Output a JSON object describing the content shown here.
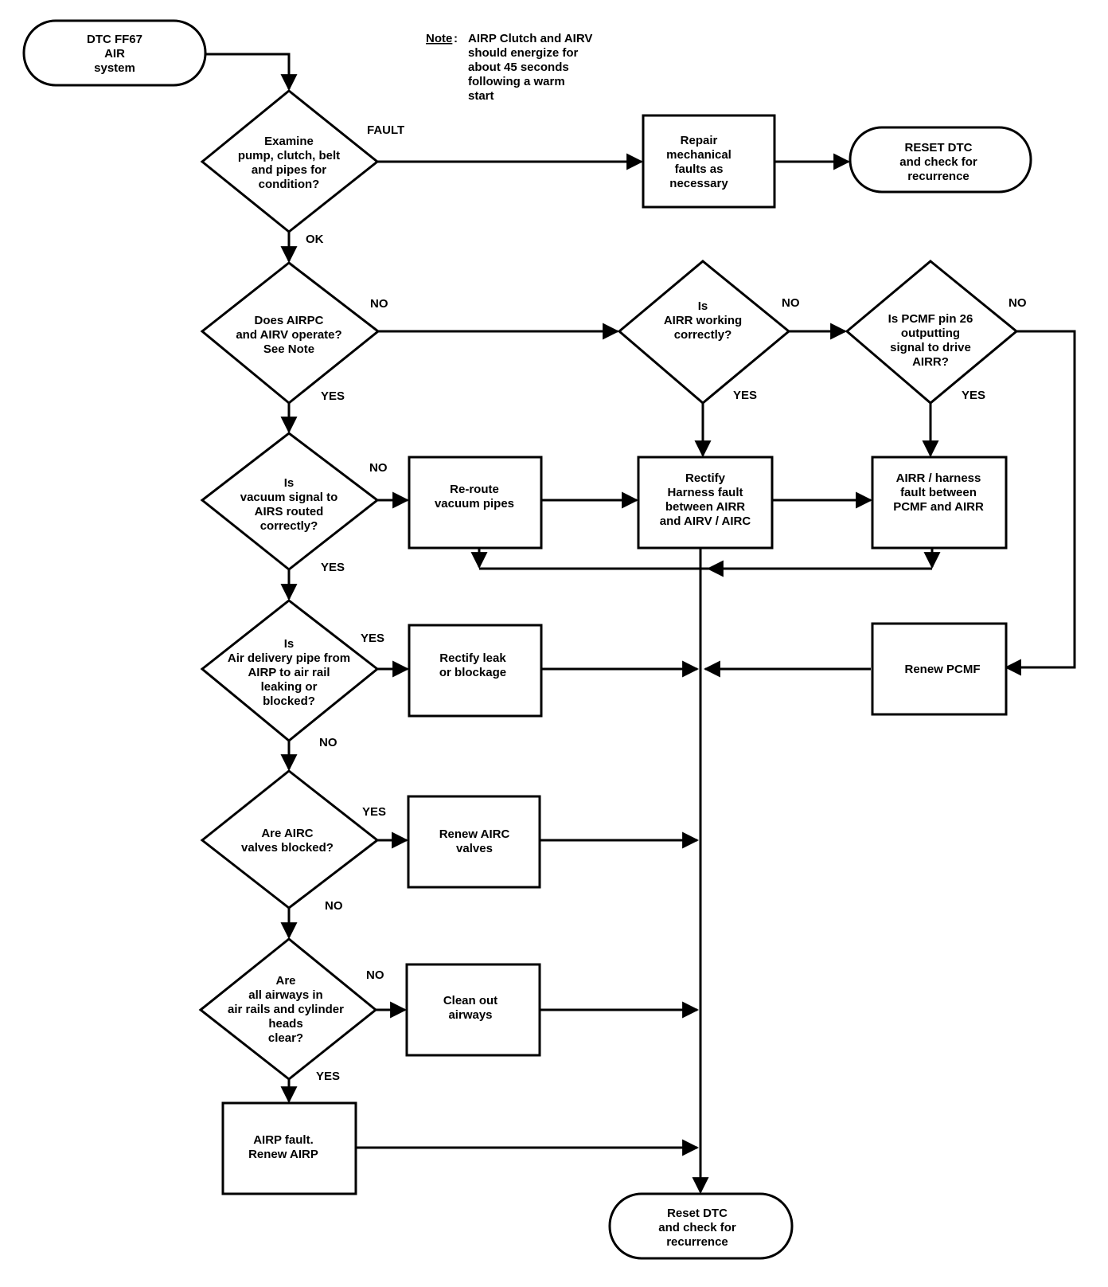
{
  "note": {
    "heading": "Note",
    "lines": [
      "AIRP Clutch and AIRV",
      "should energize for",
      "about 45 seconds",
      "following a warm",
      "start"
    ]
  },
  "nodes": {
    "start": [
      "DTC FF67",
      "AIR",
      "system"
    ],
    "d_examine": [
      "Examine",
      "pump, clutch, belt",
      "and pipes for",
      "condition?"
    ],
    "b_repair": [
      "Repair",
      "mechanical",
      "faults as",
      "necessary"
    ],
    "t_reset_top": [
      "RESET DTC",
      "and check for",
      "recurrence"
    ],
    "d_airpc": [
      "Does AIRPC",
      "and AIRV operate?",
      "See Note"
    ],
    "d_airr": [
      "Is",
      "AIRR working",
      "correctly?"
    ],
    "d_pcmf": [
      "Is PCMF pin 26",
      "outputting",
      "signal to drive",
      "AIRR?"
    ],
    "d_vacuum": [
      "Is",
      "vacuum signal to",
      "AIRS routed",
      "correctly?"
    ],
    "b_reroute": [
      "Re-route",
      "vacuum pipes"
    ],
    "b_rectify_harness": [
      "Rectify",
      "Harness fault",
      "between AIRR",
      "and AIRV / AIRC"
    ],
    "b_airr_harness": [
      "AIRR / harness",
      "fault between",
      "PCMF and AIRR"
    ],
    "d_delivery": [
      "Is",
      "Air delivery pipe from",
      "AIRP to air rail",
      "leaking or",
      "blocked?"
    ],
    "b_leak": [
      "Rectify leak",
      "or blockage"
    ],
    "b_renew_pcmf": [
      "Renew PCMF"
    ],
    "d_airc": [
      "Are AIRC",
      "valves blocked?"
    ],
    "b_renew_airc": [
      "Renew AIRC",
      "valves"
    ],
    "d_airways": [
      "Are",
      "all airways in",
      "air rails and cylinder",
      "heads",
      "clear?"
    ],
    "b_clean": [
      "Clean out",
      "airways"
    ],
    "b_airp_fault": [
      "AIRP fault.",
      "Renew AIRP"
    ],
    "t_reset_bottom": [
      "Reset DTC",
      "and check for",
      "recurrence"
    ]
  },
  "edge_labels": {
    "fault": "FAULT",
    "ok": "OK",
    "airpc_no": "NO",
    "airpc_yes": "YES",
    "airr_no": "NO",
    "airr_yes": "YES",
    "pcmf_no": "NO",
    "pcmf_yes": "YES",
    "vacuum_no": "NO",
    "vacuum_yes": "YES",
    "delivery_yes": "YES",
    "delivery_no": "NO",
    "airc_yes": "YES",
    "airc_no": "NO",
    "airways_no": "NO",
    "airways_yes": "YES"
  }
}
